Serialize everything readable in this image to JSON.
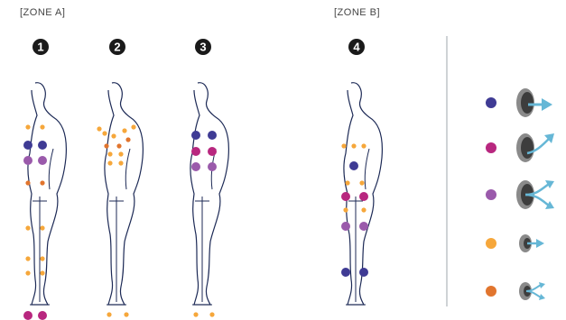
{
  "zones": [
    {
      "label": "[ZONE A]"
    },
    {
      "label": "[ZONE B]"
    }
  ],
  "figures": [
    {
      "number": "1"
    },
    {
      "number": "2"
    },
    {
      "number": "3"
    },
    {
      "number": "4"
    }
  ],
  "colors": {
    "purple": "#3f3b94",
    "magenta": "#b8277f",
    "violet": "#9a5aab",
    "yellow": "#f6a73b",
    "orange": "#e1752e",
    "outline": "#1d2a56",
    "marker": "#1a1a1a",
    "divider": "#cfd3d6",
    "arrow": "#66b7d6",
    "probe_dark": "#3d3d3d",
    "probe_light": "#8a8a8a"
  },
  "legend": [
    {
      "color": "purple",
      "icon": "straight-arrow-icon"
    },
    {
      "color": "magenta",
      "icon": "curved-arrow-icon"
    },
    {
      "color": "violet",
      "icon": "splitting-arrows-icon"
    },
    {
      "color": "yellow",
      "icon": "small-straight-arrow-icon"
    },
    {
      "color": "orange",
      "icon": "small-splitting-arrows-icon"
    }
  ]
}
